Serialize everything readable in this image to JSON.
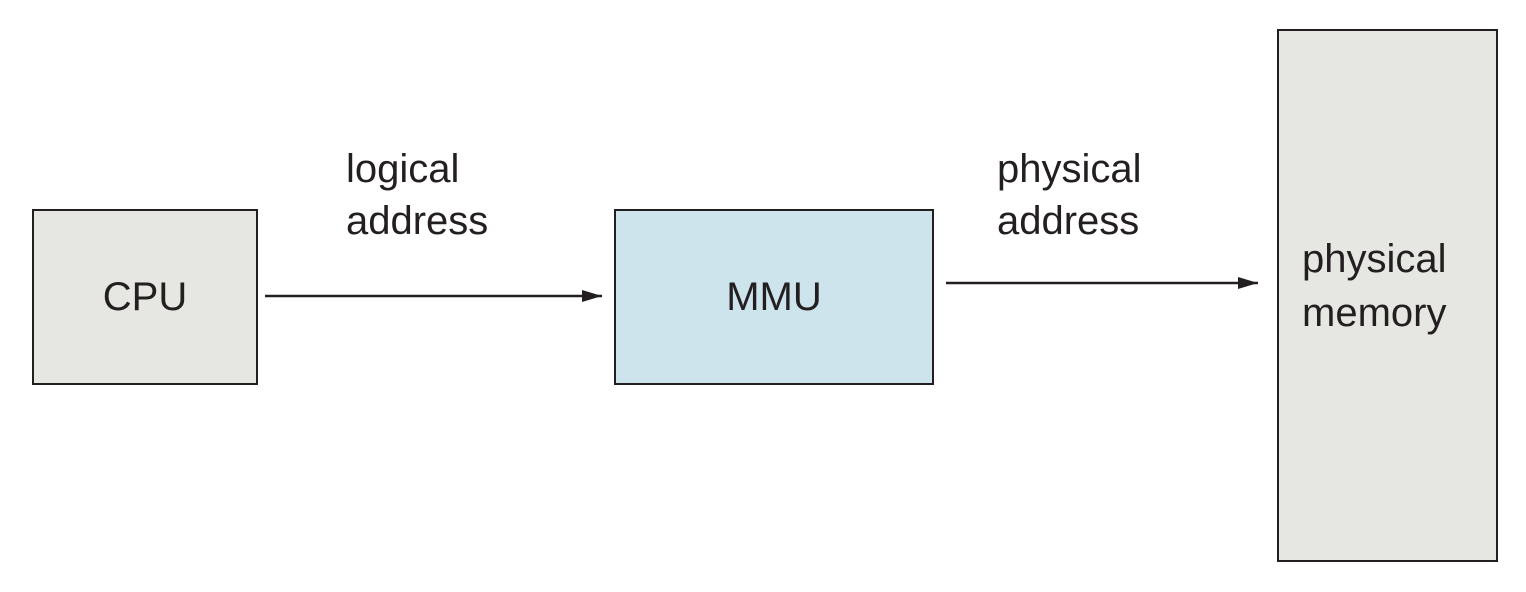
{
  "nodes": {
    "cpu": {
      "label": "CPU",
      "fill": "#e6e6e2"
    },
    "mmu": {
      "label": "MMU",
      "fill": "#cde4ec"
    },
    "memory": {
      "line1": "physical",
      "line2": "memory",
      "fill": "#e6e6e2"
    }
  },
  "edges": {
    "logical": {
      "line1": "logical",
      "line2": "address"
    },
    "physical": {
      "line1": "physical",
      "line2": "address"
    }
  },
  "colors": {
    "stroke": "#231f20",
    "text": "#231f20"
  }
}
